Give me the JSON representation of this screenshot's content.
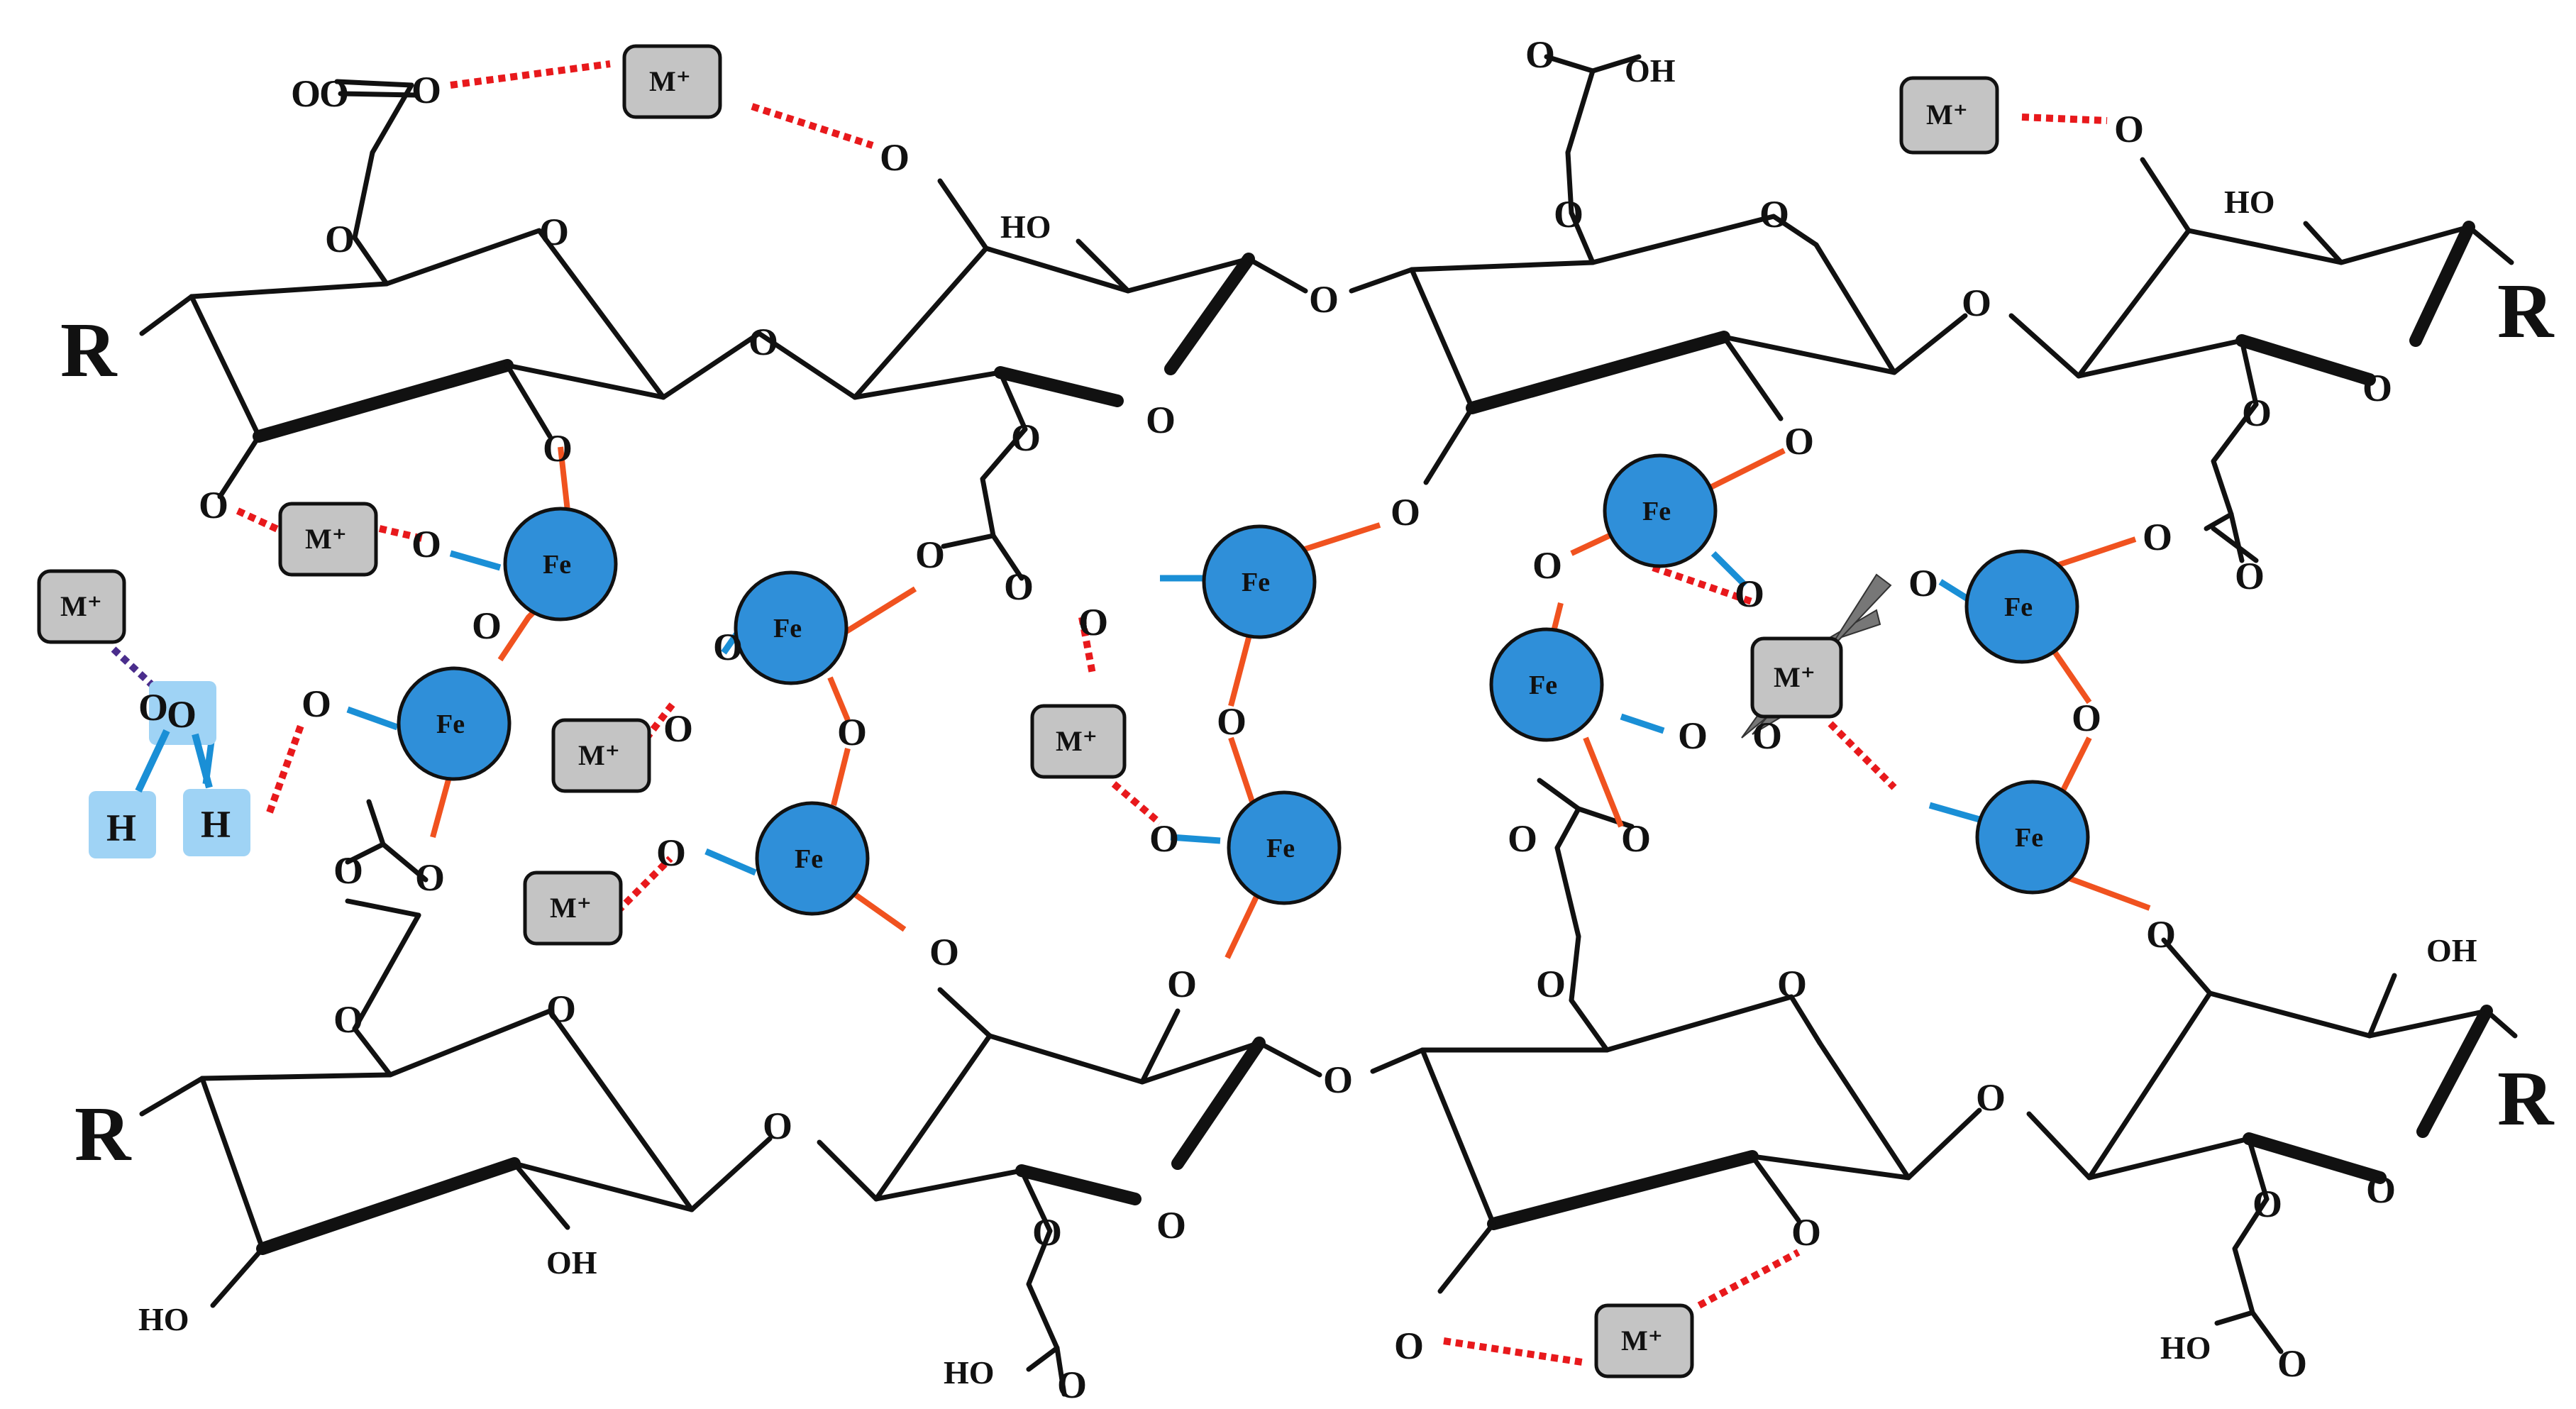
{
  "labels": {
    "r": "R",
    "oxygen": "O",
    "hydroxyl": "OH",
    "hydroxyl_left": "HO",
    "hydrogen": "H",
    "iron": "Fe",
    "metal_ion": "M⁺"
  },
  "colors": {
    "fe_fill": "#2f8fd9",
    "metal_box_fill": "#c4c4c4",
    "coordination_bond": "#f0521f",
    "ionic_link": "#1a8fd6",
    "hydrogen_bond": "#e8191c",
    "water_highlight": "#9fd3f5"
  }
}
